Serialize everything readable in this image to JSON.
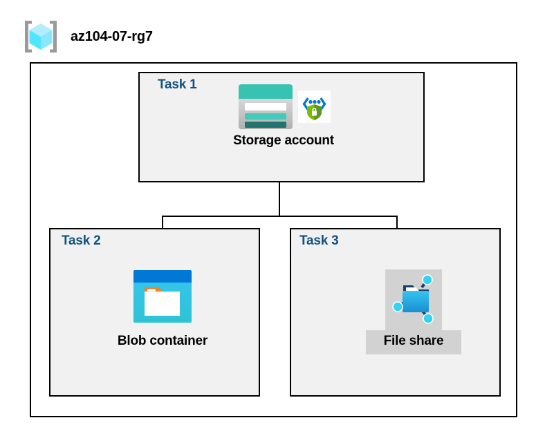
{
  "diagram": {
    "resource_group": {
      "name": "az104-07-rg7",
      "icon": "resource-group-cube-icon"
    },
    "tasks": [
      {
        "id": "task1",
        "label": "Task 1",
        "node_caption": "Storage account",
        "icons": [
          "storage-account-icon",
          "secure-endpoint-shield-icon"
        ]
      },
      {
        "id": "task2",
        "label": "Task 2",
        "node_caption": "Blob container",
        "icons": [
          "blob-container-icon"
        ]
      },
      {
        "id": "task3",
        "label": "Task 3",
        "node_caption": "File share",
        "icons": [
          "file-share-icon"
        ]
      }
    ],
    "colors": {
      "task_label": "#12537e",
      "box_border": "#000000",
      "task_fill": "#f1f1f1",
      "page_background": "#ffffff",
      "shade_block": "#d2d2d2",
      "storage_teal": "#37c2b1",
      "storage_teal_dark": "#22756e",
      "blob_blue": "#0078d4",
      "blob_cyan": "#32c8e8",
      "blob_orange": "#f58220",
      "fileshare_blue": "#29b6e8",
      "fileshare_navy": "#15406b",
      "fileshare_node": "#32d2f2",
      "shield_green": "#7fba00",
      "shield_green_dark": "#5e9624",
      "cube_cyan_light": "#b3ecfb",
      "cube_cyan": "#50e6ff",
      "cube_cyan_mid": "#6fdff5",
      "bracket_gray": "#9a9a9a"
    }
  }
}
